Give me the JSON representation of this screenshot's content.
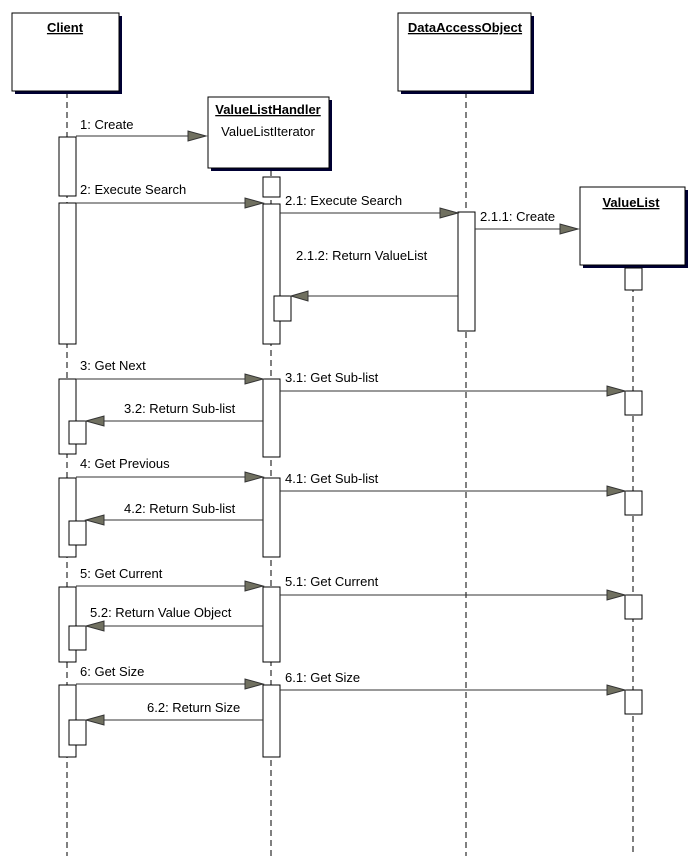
{
  "objects": {
    "client": "Client",
    "handler": "ValueListHandler",
    "handler_sub": "ValueListIterator",
    "dao": "DataAccessObject",
    "valuelist": "ValueList"
  },
  "messages": {
    "m1": "1: Create",
    "m2": "2: Execute Search",
    "m21": "2.1: Execute Search",
    "m211": "2.1.1: Create",
    "m212": "2.1.2: Return ValueList",
    "m3": "3: Get Next",
    "m31": "3.1: Get Sub-list",
    "m32": "3.2: Return Sub-list",
    "m4": "4: Get Previous",
    "m41": "4.1: Get Sub-list",
    "m42": "4.2: Return Sub-list",
    "m5": "5: Get Current",
    "m51": "5.1: Get Current",
    "m52": "5.2: Return Value Object",
    "m6": "6: Get Size",
    "m61": "6.1: Get Size",
    "m62": "6.2: Return Size"
  }
}
